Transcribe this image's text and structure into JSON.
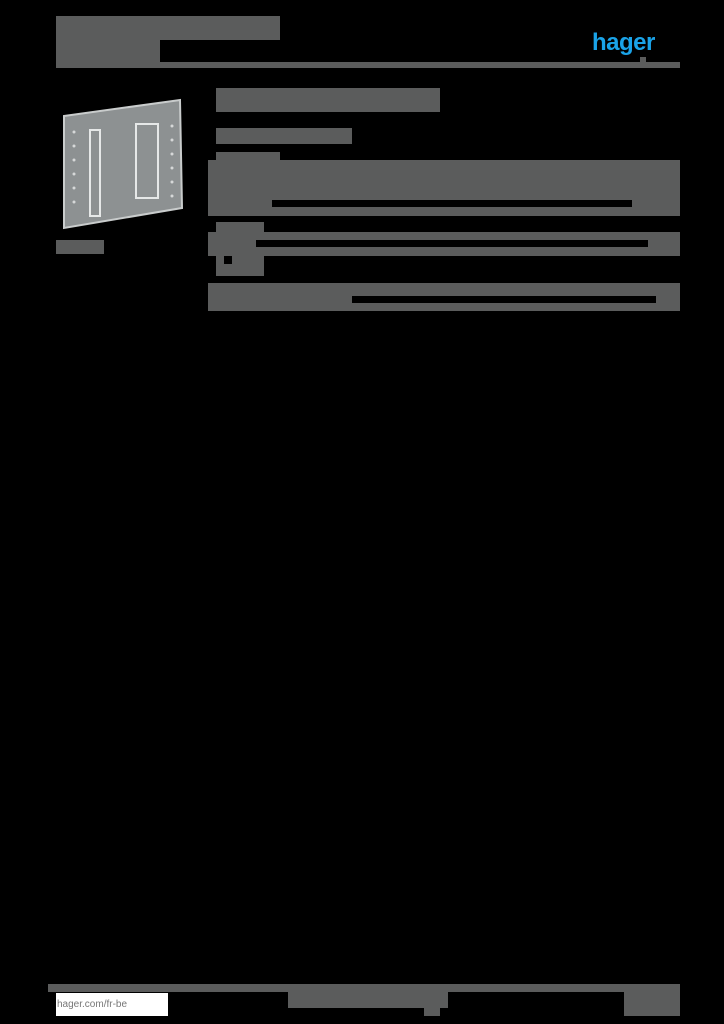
{
  "header": {
    "title_redacted": true,
    "subtitle_redacted": true,
    "brand_logo": "hager",
    "brand_color": "#1aa3e8"
  },
  "product": {
    "image_alt": "mounting plate with perforated rails",
    "image_caption_redacted": true,
    "name_redacted": true,
    "reference_redacted": true,
    "spec_sections_redacted": 3
  },
  "footer": {
    "url": "hager.com/fr-be",
    "center_text_redacted": true,
    "page_ref_redacted": true
  },
  "colors": {
    "redaction": "#5b5c5c",
    "background": "#000000",
    "brand": "#1aa3e8"
  }
}
